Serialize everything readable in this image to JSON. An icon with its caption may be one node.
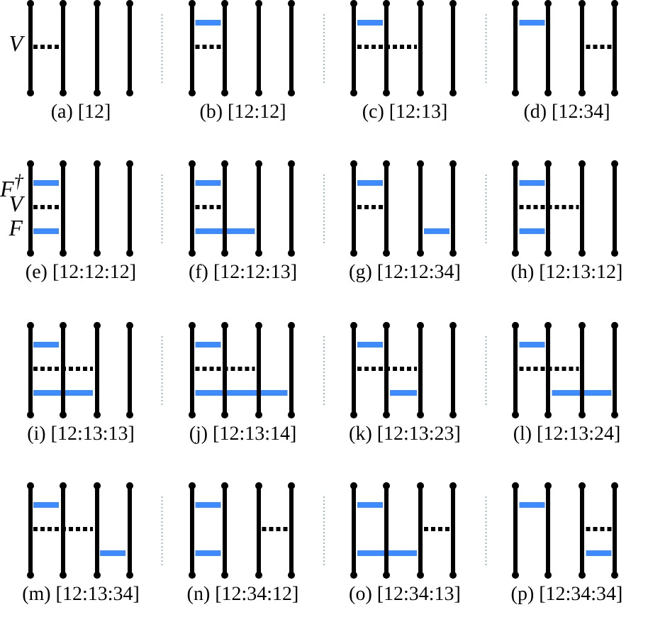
{
  "diagram": {
    "nodes": [
      {
        "text": [],
        "shape": "line"
      },
      {
        "text": [],
        "shape": "line"
      },
      {
        "text": [],
        "shape": "line"
      },
      {
        "text": [],
        "shape": "line"
      },
      {
        "text": [],
        "shape": "line"
      },
      {
        "text": [],
        "shape": "line"
      },
      {
        "text": [],
        "shape": "line"
      },
      {
        "text": [],
        "shape": "line"
      },
      {
        "text": [],
        "shape": "line"
      },
      {
        "text": [],
        "shape": "line"
      },
      {
        "text": [],
        "shape": "line"
      },
      {
        "text": [],
        "shape": "line"
      },
      {
        "text": [],
        "shape": "line"
      },
      {
        "text": [],
        "shape": "line"
      },
      {
        "text": [],
        "shape": "line"
      },
      {
        "text": [],
        "shape": "line"
      },
      {
        "text": [],
        "shape": "line"
      },
      {
        "text": [],
        "shape": "line"
      },
      {
        "text": [],
        "shape": "line"
      },
      {
        "text": [],
        "shape": "line"
      },
      {
        "text": [],
        "shape": "line"
      },
      {
        "text": [],
        "shape": "line"
      },
      {
        "text": [],
        "shape": "line"
      },
      {
        "text": [],
        "shape": "line"
      },
      {
        "text": [],
        "shape": "line"
      },
      {
        "text": [],
        "shape": "line"
      },
      {
        "text": [],
        "shape": "line"
      },
      {
        "text": [],
        "shape": "line"
      },
      {
        "text": [],
        "shape": "line"
      },
      {
        "text": [],
        "shape": "line"
      },
      {
        "text": [],
        "shape": "line"
      },
      {
        "text": [],
        "shape": "line"
      },
      {
        "text": [],
        "shape": "line"
      },
      {
        "text": [],
        "shape": "line"
      },
      {
        "text": [],
        "shape": "line"
      },
      {
        "text": [],
        "shape": "line"
      },
      {
        "text": [],
        "shape": "line"
      },
      {
        "text": [],
        "shape": "line"
      },
      {
        "text": [],
        "shape": "line"
      },
      {
        "text": [],
        "shape": "line"
      },
      {
        "text": [],
        "shape": "line"
      },
      {
        "text": [],
        "shape": "line"
      },
      {
        "text": [],
        "shape": "line"
      },
      {
        "text": [],
        "shape": "line"
      },
      {
        "text": [],
        "shape": "line"
      },
      {
        "text": [],
        "shape": "line"
      },
      {
        "text": [],
        "shape": "line"
      },
      {
        "text": [],
        "shape": "line"
      },
      {
        "text": [],
        "shape": "line"
      },
      {
        "text": [],
        "shape": "line"
      },
      {
        "text": [],
        "shape": "line"
      },
      {
        "text": [],
        "shape": "line"
      },
      {
        "text": [],
        "shape": "line"
      },
      {
        "text": [],
        "shape": "line"
      },
      {
        "text": [],
        "shape": "line"
      },
      {
        "text": [],
        "shape": "line"
      },
      {
        "text": [],
        "shape": "line"
      },
      {
        "text": [],
        "shape": "line"
      },
      {
        "text": [],
        "shape": "line"
      },
      {
        "text": [],
        "shape": "line"
      },
      {
        "text": [],
        "shape": "line"
      },
      {
        "text": [],
        "shape": "line"
      },
      {
        "text": [],
        "shape": "line"
      },
      {
        "text": [],
        "shape": "line"
      }
    ],
    "edges": [
      {
        "from": 0,
        "to": 1,
        "arrow": "none",
        "style": "dashed",
        "color": "#000000"
      },
      {
        "from": 4,
        "to": 5,
        "arrow": "none"
      },
      {
        "from": 4,
        "to": 5,
        "arrow": "none",
        "style": "dashed",
        "color": "#000000"
      },
      {
        "from": 8,
        "to": 9,
        "arrow": "none"
      },
      {
        "from": 8,
        "to": 10,
        "arrow": "none",
        "style": "dashed",
        "color": "#000000"
      },
      {
        "from": 12,
        "to": 13,
        "arrow": "none"
      },
      {
        "from": 14,
        "to": 15,
        "arrow": "none",
        "style": "dashed",
        "color": "#000000"
      },
      {
        "from": 16,
        "to": 17,
        "arrow": "none"
      },
      {
        "from": 16,
        "to": 17,
        "arrow": "none",
        "style": "dashed",
        "color": "#000000"
      },
      {
        "from": 16,
        "to": 17,
        "arrow": "none"
      },
      {
        "from": 20,
        "to": 21,
        "arrow": "none"
      },
      {
        "from": 20,
        "to": 21,
        "arrow": "none",
        "style": "dashed",
        "color": "#000000"
      },
      {
        "from": 20,
        "to": 22,
        "arrow": "none"
      },
      {
        "from": 24,
        "to": 25,
        "arrow": "none"
      },
      {
        "from": 24,
        "to": 25,
        "arrow": "none",
        "style": "dashed",
        "color": "#000000"
      },
      {
        "from": 26,
        "to": 27,
        "arrow": "none"
      },
      {
        "from": 28,
        "to": 29,
        "arrow": "none"
      },
      {
        "from": 28,
        "to": 30,
        "arrow": "none",
        "style": "dashed",
        "color": "#000000"
      },
      {
        "from": 28,
        "to": 29,
        "arrow": "none"
      },
      {
        "from": 32,
        "to": 33,
        "arrow": "none"
      },
      {
        "from": 32,
        "to": 34,
        "arrow": "none",
        "style": "dashed",
        "color": "#000000"
      },
      {
        "from": 32,
        "to": 34,
        "arrow": "none"
      },
      {
        "from": 36,
        "to": 37,
        "arrow": "none"
      },
      {
        "from": 36,
        "to": 38,
        "arrow": "none",
        "style": "dashed",
        "color": "#000000"
      },
      {
        "from": 36,
        "to": 39,
        "arrow": "none"
      },
      {
        "from": 40,
        "to": 41,
        "arrow": "none"
      },
      {
        "from": 40,
        "to": 42,
        "arrow": "none",
        "style": "dashed",
        "color": "#000000"
      },
      {
        "from": 41,
        "to": 42,
        "arrow": "none"
      },
      {
        "from": 44,
        "to": 45,
        "arrow": "none"
      },
      {
        "from": 44,
        "to": 46,
        "arrow": "none",
        "style": "dashed",
        "color": "#000000"
      },
      {
        "from": 45,
        "to": 47,
        "arrow": "none"
      },
      {
        "from": 48,
        "to": 49,
        "arrow": "none"
      },
      {
        "from": 48,
        "to": 50,
        "arrow": "none",
        "style": "dashed",
        "color": "#000000"
      },
      {
        "from": 50,
        "to": 51,
        "arrow": "none"
      },
      {
        "from": 52,
        "to": 53,
        "arrow": "none"
      },
      {
        "from": 54,
        "to": 55,
        "arrow": "none",
        "style": "dashed",
        "color": "#000000"
      },
      {
        "from": 52,
        "to": 53,
        "arrow": "none"
      },
      {
        "from": 56,
        "to": 57,
        "arrow": "none"
      },
      {
        "from": 58,
        "to": 59,
        "arrow": "none",
        "style": "dashed",
        "color": "#000000"
      },
      {
        "from": 56,
        "to": 58,
        "arrow": "none"
      },
      {
        "from": 60,
        "to": 61,
        "arrow": "none"
      },
      {
        "from": 62,
        "to": 63,
        "arrow": "none",
        "style": "dashed",
        "color": "#000000"
      },
      {
        "from": 62,
        "to": 63,
        "arrow": "none"
      }
    ],
    "labels": [
      "V",
      "(a) [12]",
      "(b) [12:12]",
      "(c) [12:13]",
      "(d) [12:34]",
      "F$^{†}$",
      "V",
      "F",
      "(e) [12:12:12]",
      "(f) [12:12:13]",
      "(g) [12:12:34]",
      "(h) [12:13:12]",
      "(i) [12:13:13]",
      "(j) [12:13:14]",
      "(k) [12:13:23]",
      "(l) [12:13:24]",
      "(m) [12:13:34]",
      "(n) [12:34:12]",
      "(o) [12:34:13]",
      "(p) [12:34:34]"
    ]
  }
}
